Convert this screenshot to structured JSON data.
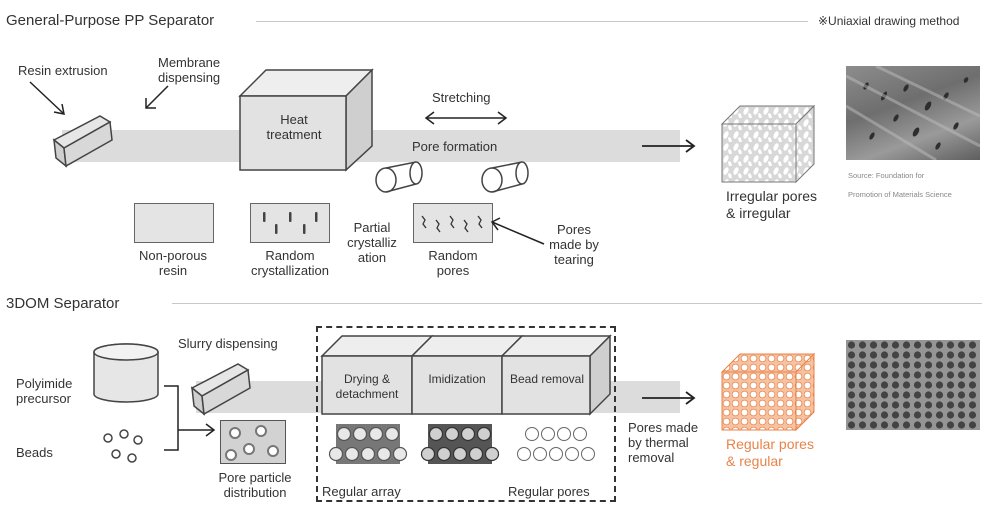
{
  "top": {
    "title": "General-Purpose PP Separator",
    "note": "※Uniaxial drawing method",
    "resin_extrusion": "Resin extrusion",
    "membrane_dispensing": "Membrane\ndispensing",
    "heat_treatment": "Heat\ntreatment",
    "stretching": "Stretching",
    "pore_formation": "Pore formation",
    "result": "Irregular pores\n& irregular",
    "source": "Source: Foundation for\nPromotion of Materials Science",
    "stages": [
      {
        "label": "Non-porous\nresin"
      },
      {
        "label": "Random\ncrystallization"
      },
      {
        "label": "Partial\ncrystalliz\nation"
      },
      {
        "label": "Random\npores"
      }
    ],
    "pores_by_tearing": "Pores\nmade by\ntearing"
  },
  "bottom": {
    "title": "3DOM Separator",
    "slurry_dispensing": "Slurry dispensing",
    "polyimide": "Polyimide\nprecursor",
    "beads": "Beads",
    "pore_particle": "Pore particle\ndistribution",
    "steps": [
      "Drying &\ndetachment",
      "Imidization",
      "Bead removal"
    ],
    "regular_array": "Regular array",
    "regular_pores_label": "Regular pores",
    "thermal_removal": "Pores made\nby thermal\nremoval",
    "result": "Regular pores\n& regular"
  },
  "colors": {
    "accent": "#e8834a",
    "belt": "#dcdcdc",
    "box": "#e4e4e4"
  }
}
